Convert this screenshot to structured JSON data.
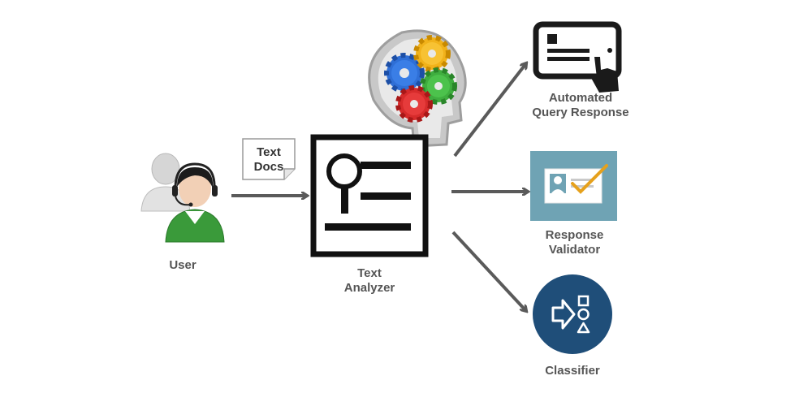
{
  "nodes": {
    "user": {
      "label": "User",
      "icon": "user-headset-icon"
    },
    "text_docs": {
      "label": "Text\nDocs",
      "icon": "document-note-icon"
    },
    "text_analyzer": {
      "label": "Text\nAnalyzer",
      "icon": "magnifier-document-icon"
    },
    "brain": {
      "icon": "brain-gears-icon"
    },
    "automated_query_response": {
      "label": "Automated\nQuery Response",
      "icon": "tablet-touch-icon"
    },
    "response_validator": {
      "label": "Response\nValidator",
      "icon": "id-card-check-icon"
    },
    "classifier": {
      "label": "Classifier",
      "icon": "classifier-shapes-icon"
    }
  },
  "edges": [
    {
      "from": "user",
      "to": "text_analyzer"
    },
    {
      "from": "text_analyzer",
      "to": "automated_query_response"
    },
    {
      "from": "text_analyzer",
      "to": "response_validator"
    },
    {
      "from": "text_analyzer",
      "to": "classifier"
    }
  ],
  "colors": {
    "label_text": "#555555",
    "arrow": "#5a5a5a",
    "validator_bg": "#6fa3b4",
    "classifier_bg": "#1f4e79",
    "user_green": "#3a9a3a",
    "check_orange": "#e6a11c"
  }
}
